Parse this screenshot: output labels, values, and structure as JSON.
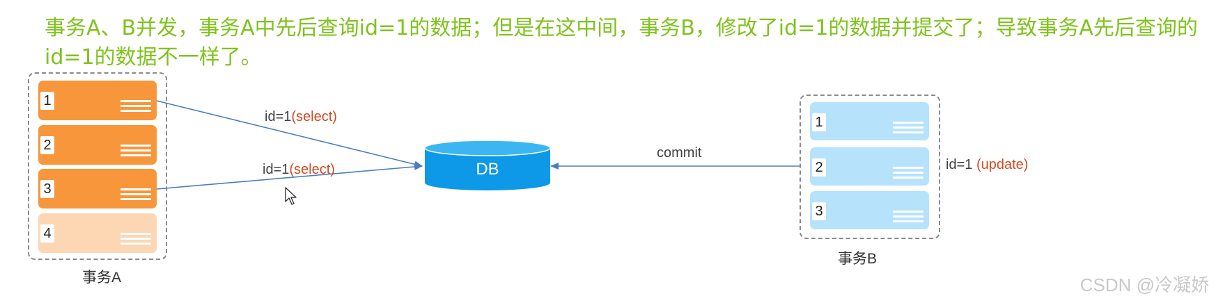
{
  "caption": "事务A、B并发，事务A中先后查询id=1的数据；但是在这中间，事务B，修改了id=1的数据并提交了；导致事务A先后查询的id=1的数据不一样了。",
  "transaction_a": {
    "label": "事务A",
    "items": [
      "1",
      "2",
      "3",
      "4"
    ]
  },
  "transaction_b": {
    "label": "事务B",
    "items": [
      "1",
      "2",
      "3"
    ]
  },
  "db": {
    "label": "DB"
  },
  "edges": {
    "select1": {
      "field": "id=1",
      "op": "(select)"
    },
    "select2": {
      "field": "id=1",
      "op": "(select)"
    },
    "commit": {
      "text": "commit"
    },
    "update": {
      "field": "id=1 ",
      "op": "(update)"
    }
  },
  "watermark": "CSDN @冷凝娇",
  "colors": {
    "caption": "#7fc31c",
    "card_a": "#f7963a",
    "card_a_light": "#fdd7b3",
    "card_b": "#b6e3fb",
    "db": "#0d98e8",
    "arrow": "#4a7ec2",
    "op_text": "#d14b22"
  }
}
